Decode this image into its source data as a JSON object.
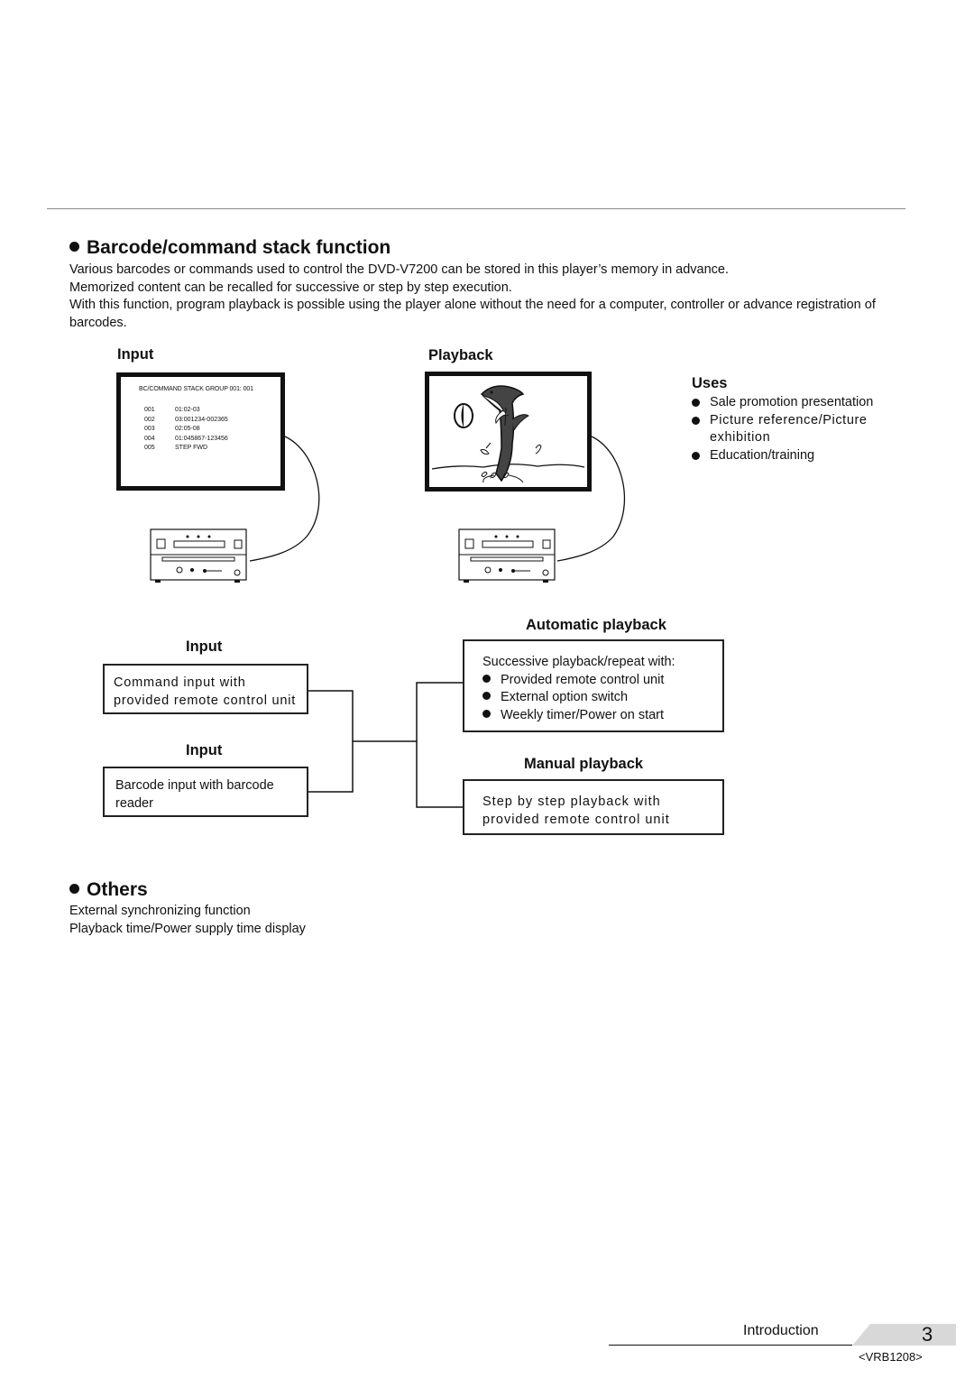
{
  "section1": {
    "title": "Barcode/command stack function",
    "paragraphs": [
      "Various barcodes or commands used to control the DVD-V7200 can be stored in this player’s memory in advance.",
      "Memorized content can be recalled for successive or step by step execution.",
      "With this function, program playback is possible using the player alone without the need for a computer, controller or advance registration of barcodes."
    ]
  },
  "diagram_top": {
    "input_label": "Input",
    "playback_label": "Playback",
    "screen": {
      "header": "BC/COMMAND STACK  GROUP  001: 001",
      "rows": [
        {
          "num": "001",
          "val": "01:02-03"
        },
        {
          "num": "002",
          "val": "03:001234-002365"
        },
        {
          "num": "003",
          "val": "02:05-08"
        },
        {
          "num": "004",
          "val": "01:045867-123456"
        },
        {
          "num": "005",
          "val": "STEP FWD"
        }
      ]
    },
    "uses": {
      "title": "Uses",
      "items": [
        "Sale promotion presentation",
        "Picture  reference/Picture exhibition",
        "Education/training"
      ]
    }
  },
  "flow": {
    "input1": {
      "label": "Input",
      "text": "Command  input  with provided remote control unit"
    },
    "input2": {
      "label": "Input",
      "text": "Barcode input with barcode reader"
    },
    "auto": {
      "label": "Automatic playback",
      "intro": "Successive playback/repeat with:",
      "items": [
        "Provided remote control unit",
        "External option switch",
        "Weekly timer/Power on start"
      ]
    },
    "manual": {
      "label": "Manual playback",
      "text": "Step by step playback with provided remote control unit"
    }
  },
  "section2": {
    "title": "Others",
    "lines": [
      "External synchronizing function",
      "Playback time/Power supply time display"
    ]
  },
  "footer": {
    "section": "Introduction",
    "page": "3",
    "code": "<VRB1208>"
  }
}
